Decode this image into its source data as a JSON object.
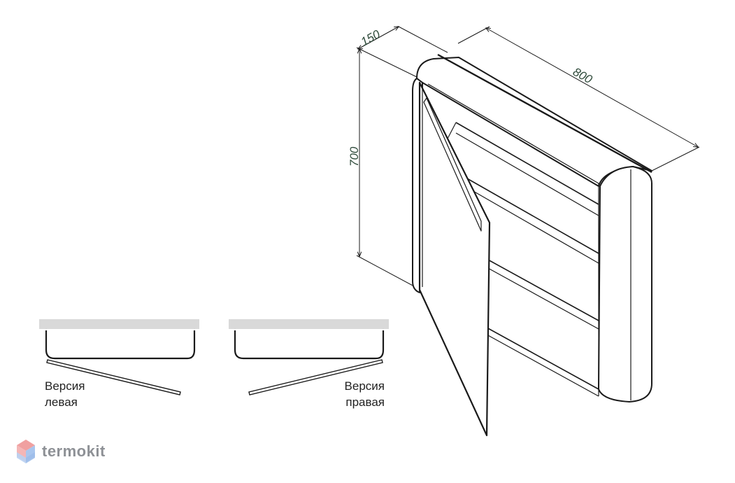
{
  "dimensions": {
    "depth": "150",
    "width": "800",
    "height": "700"
  },
  "versions": {
    "left": {
      "line1": "Версия",
      "line2": "левая"
    },
    "right": {
      "line1": "Версия",
      "line2": "правая"
    }
  },
  "watermark": {
    "text": "termokit",
    "icon": "hexagon-cube-icon"
  },
  "colors": {
    "line": "#1a1a1a",
    "dimension_text": "#2e4a3a",
    "wall": "#d9d9d9",
    "logo_text": "#8e9196",
    "logo_red": "#f0a0a0",
    "logo_blue": "#a9c6ee"
  }
}
